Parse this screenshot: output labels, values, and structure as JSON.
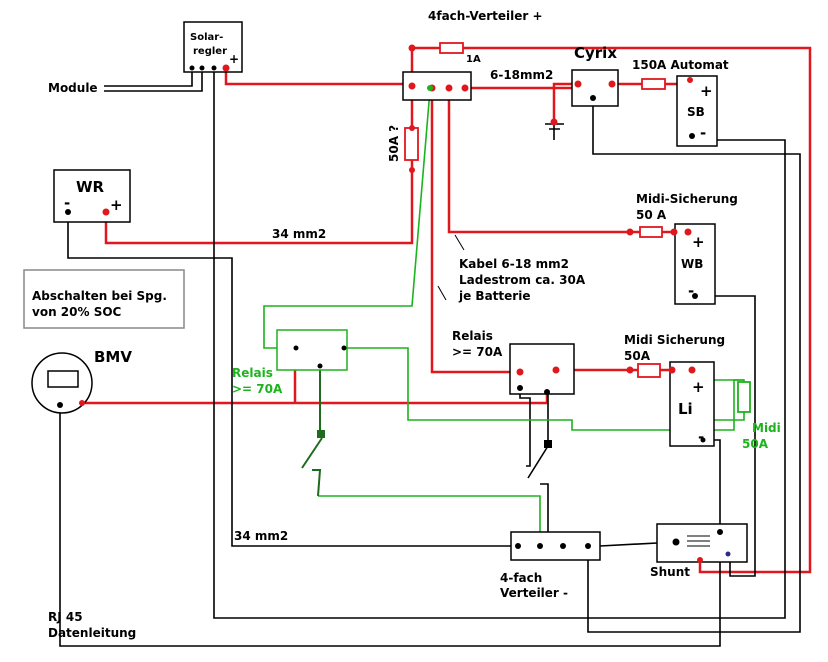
{
  "labels": {
    "solar_regler_1": "Solar-",
    "solar_regler_2": "regler",
    "solar_plus": "+",
    "module": "Module",
    "verteiler_plus": "4fach-Verteiler +",
    "fuse_1a": "1A",
    "cable_6_18": "6-18mm2",
    "cyrix": "Cyrix",
    "automat_150a": "150A Automat",
    "sb": "SB",
    "sb_plus": "+",
    "sb_minus": "-",
    "fuse_50a_q": "50A ?",
    "wr": "WR",
    "wr_minus": "-",
    "wr_plus": "+",
    "cable_34_top": "34 mm2",
    "midi_sicherung_1": "Midi-Sicherung",
    "midi_sicherung_1_val": "50 A",
    "wb": "WB",
    "wb_plus": "+",
    "wb_minus": "-",
    "kabel_note_1": "Kabel 6-18 mm2",
    "kabel_note_2": "Ladestrom ca. 30A",
    "kabel_note_3": "je Batterie",
    "note_1": "Abschalten bei Spg.",
    "note_2": "von 20% SOC",
    "bmv": "BMV",
    "relais_black_1": "Relais",
    "relais_black_2": ">= 70A",
    "relais_green_1": "Relais",
    "relais_green_2": ">= 70A",
    "midi_sicherung_2": "Midi Sicherung",
    "midi_sicherung_2_val": "50A",
    "li": "Li",
    "li_plus": "+",
    "li_minus": "-",
    "midi_green": "Midi",
    "midi_green_val": "50A",
    "cable_34_bottom": "34 mm2",
    "verteiler_minus_1": "4-fach",
    "verteiler_minus_2": "Verteiler -",
    "shunt": "Shunt",
    "rj45_1": "RJ 45",
    "rj45_2": "Datenleitung"
  },
  "colors": {
    "positive_wire": "#e0181e",
    "negative_wire": "#000000",
    "control_wire": "#1db31d"
  }
}
